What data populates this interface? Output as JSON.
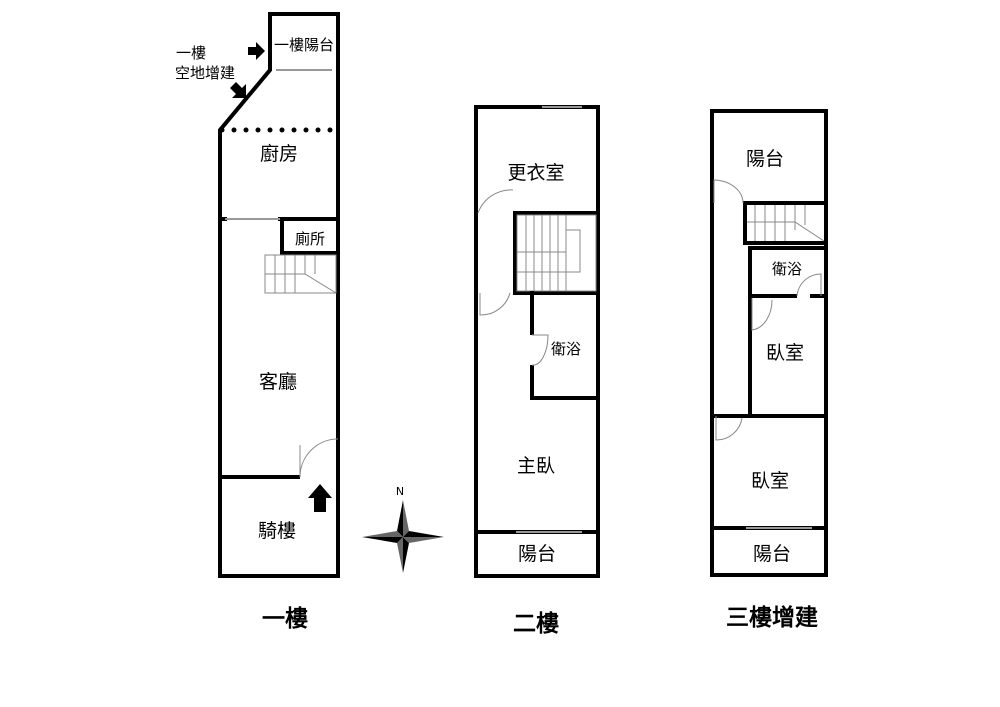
{
  "floors": [
    {
      "title": "一樓",
      "rooms": {
        "balcony": "一樓陽台",
        "kitchen": "廚房",
        "toilet": "廁所",
        "living": "客廳",
        "arcade": "騎樓"
      },
      "note_line1": "一樓",
      "note_line2": "空地增建"
    },
    {
      "title": "二樓",
      "rooms": {
        "dressing": "更衣室",
        "bath": "衛浴",
        "master": "主臥",
        "balcony": "陽台"
      }
    },
    {
      "title": "三樓增建",
      "rooms": {
        "balcony_top": "陽台",
        "bath": "衛浴",
        "bedroom1": "臥室",
        "bedroom2": "臥室",
        "balcony_bottom": "陽台"
      }
    }
  ],
  "compass": {
    "north_label": "N"
  }
}
